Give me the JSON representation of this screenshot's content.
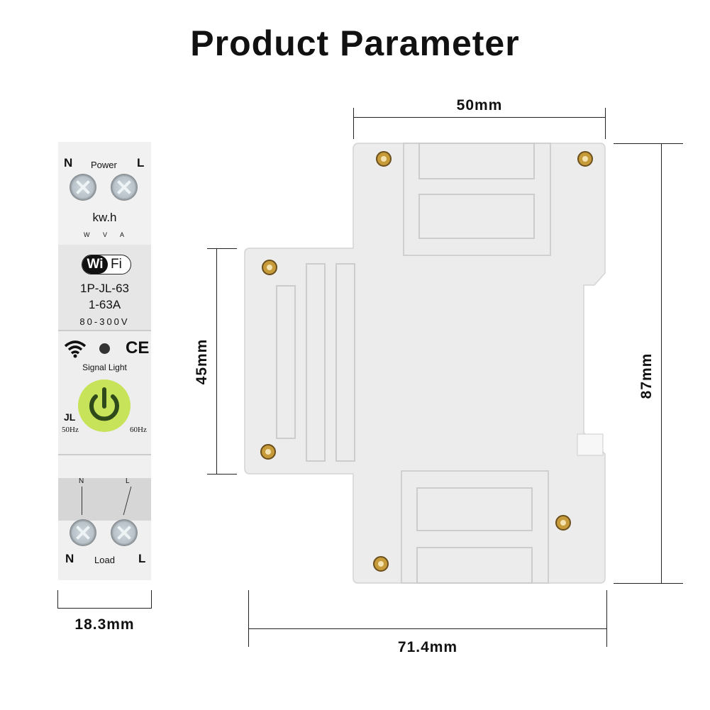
{
  "title": "Product Parameter",
  "dimensions": {
    "width_top": "50mm",
    "height_total": "87mm",
    "height_ext": "45mm",
    "depth": "71.4mm",
    "module_width": "18.3mm"
  },
  "device": {
    "top_n": "N",
    "top_label": "Power",
    "top_l": "L",
    "kwh": "kw.h",
    "w": "W",
    "v": "V",
    "a": "A",
    "wifi_wi": "Wi",
    "wifi_fi": "Fi",
    "model": "1P-JL-63",
    "current": "1-63A",
    "voltage": "80-300V",
    "ce": "CE",
    "signal_light": "Signal Light",
    "brand": "JL",
    "hz50": "50Hz",
    "hz60": "60Hz",
    "bot_n_small": "N",
    "bot_l_small": "L",
    "bot_n": "N",
    "bot_label": "Load",
    "bot_l": "L"
  },
  "colors": {
    "power_button": "#c7e35a",
    "power_icon": "#2f4a1a",
    "body": "#eeeeee"
  }
}
